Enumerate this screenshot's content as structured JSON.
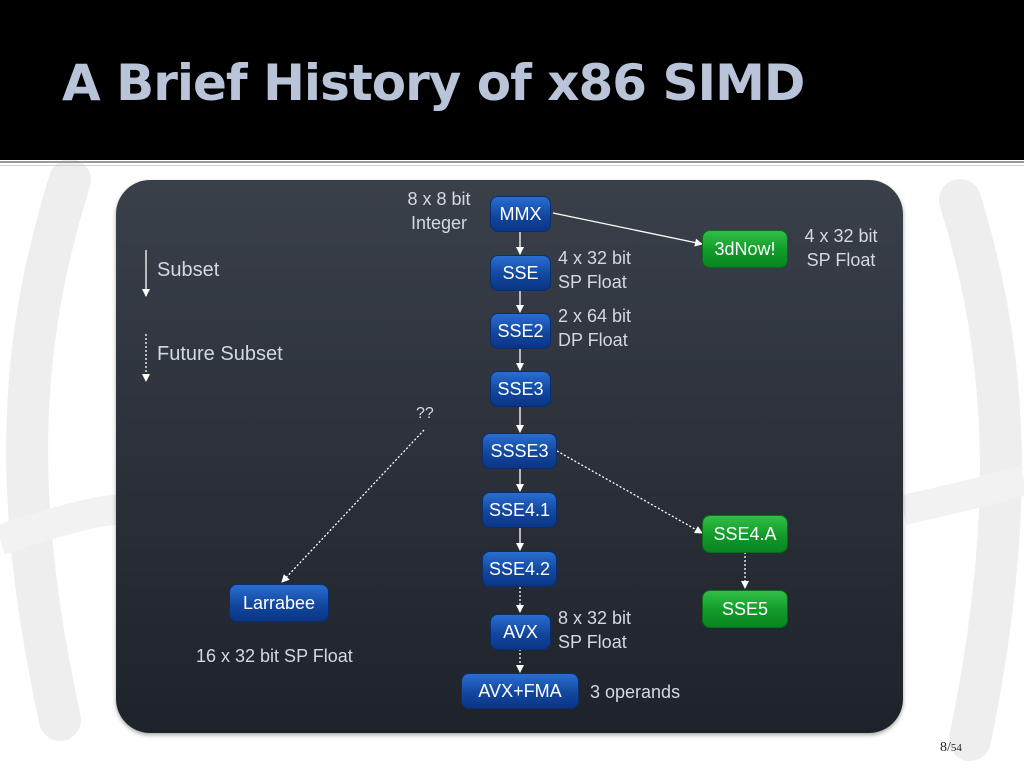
{
  "slide": {
    "title": "A Brief History of x86 SIMD",
    "page_current": "8",
    "page_total": "54"
  },
  "legend": {
    "subset": "Subset",
    "future_subset": "Future Subset"
  },
  "nodes": {
    "mmx": "MMX",
    "sse": "SSE",
    "sse2": "SSE2",
    "sse3": "SSE3",
    "ssse3": "SSSE3",
    "sse41": "SSE4.1",
    "sse42": "SSE4.2",
    "avx": "AVX",
    "avx_fma": "AVX+FMA",
    "threednow": "3dNow!",
    "sse4a": "SSE4.A",
    "sse5": "SSE5",
    "larrabee": "Larrabee"
  },
  "labels": {
    "mmx_line1": "8 x 8 bit",
    "mmx_line2": "Integer",
    "sse_line1": "4 x 32 bit",
    "sse_line2": "SP Float",
    "sse2_line1": "2 x 64 bit",
    "sse2_line2": "DP Float",
    "threednow_line1": "4 x 32 bit",
    "threednow_line2": "SP Float",
    "avx_line1": "8 x 32 bit",
    "avx_line2": "SP Float",
    "avx_fma": "3 operands",
    "larrabee": "16 x 32 bit SP Float",
    "unknown": "??"
  },
  "colors": {
    "header_bg": "#000000",
    "title": "#b9c4d8",
    "intel_node": "#12479e",
    "amd_node": "#119a2a",
    "panel": "#2a2f38"
  }
}
